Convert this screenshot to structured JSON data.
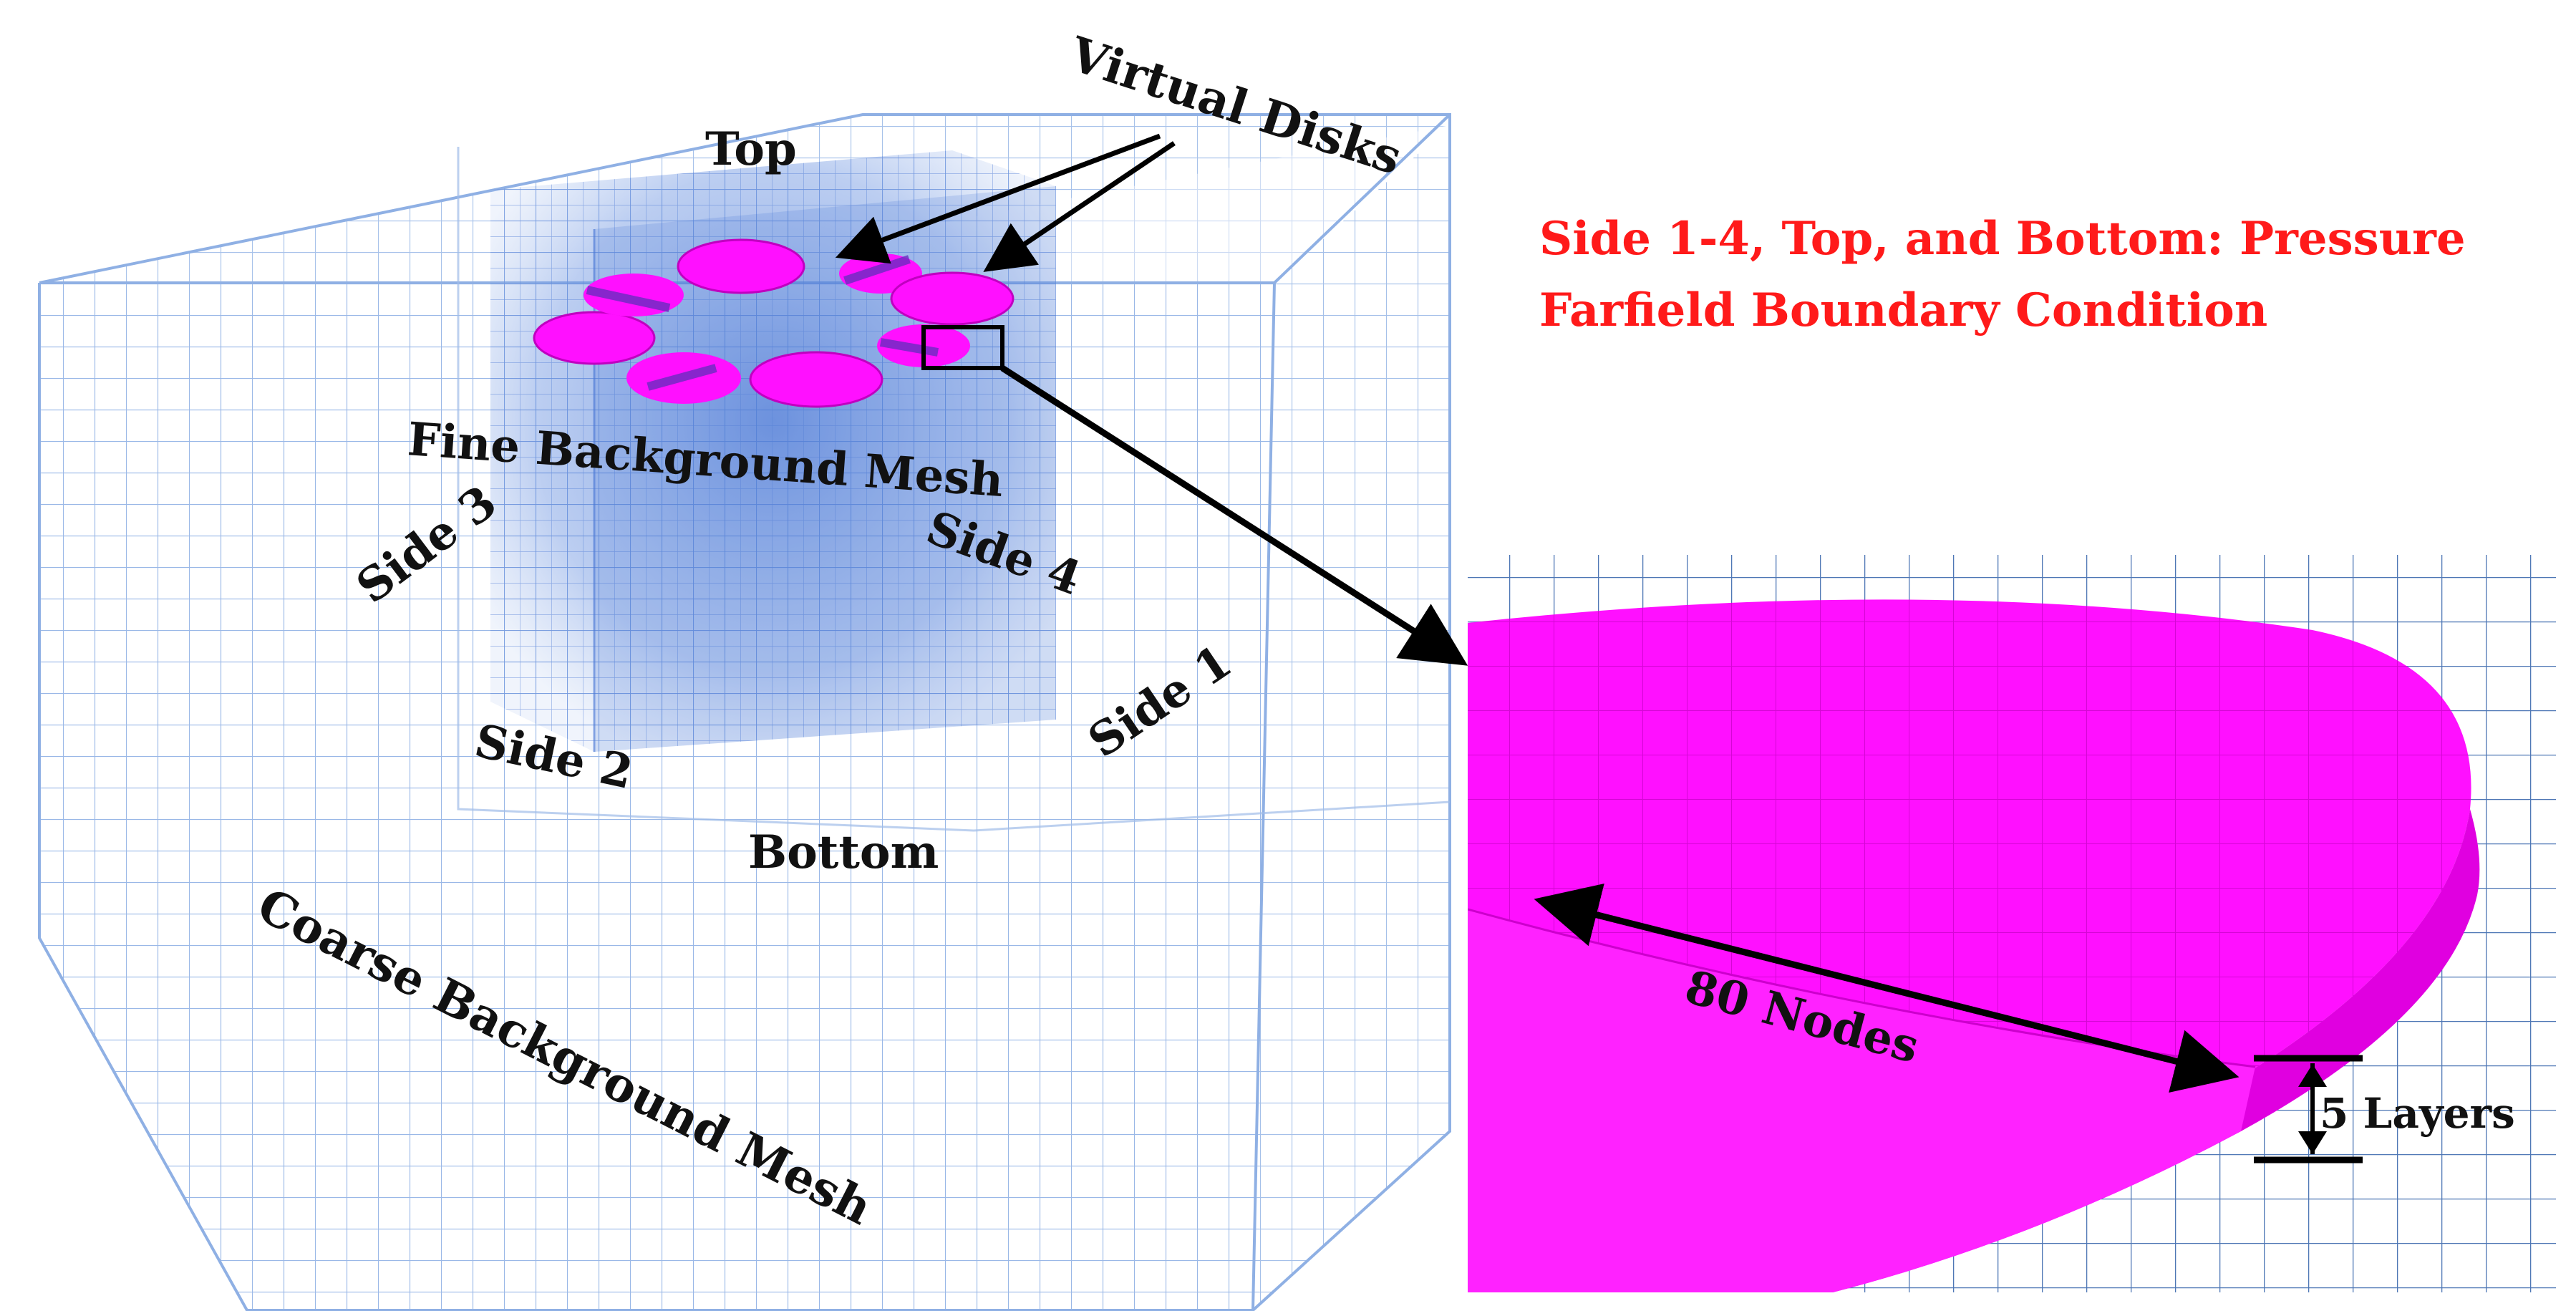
{
  "labels": {
    "virtual_disks": "Virtual Disks",
    "top": "Top",
    "fine_mesh": "Fine Background Mesh",
    "side1": "Side 1",
    "side2": "Side 2",
    "side3": "Side 3",
    "side4": "Side 4",
    "bottom": "Bottom",
    "coarse_mesh": "Coarse Background Mesh",
    "bc_line1": "Side 1-4, Top, and Bottom: Pressure",
    "bc_line2": "Farfield Boundary Condition",
    "nodes": "80 Nodes",
    "layers": "5 Layers"
  },
  "colors": {
    "disk": "#ff10ff",
    "coarse_grid": "#8fb0e4",
    "fine_mesh": "#4a78d6",
    "red_text": "#ff1a1a",
    "arrow": "#000000"
  }
}
